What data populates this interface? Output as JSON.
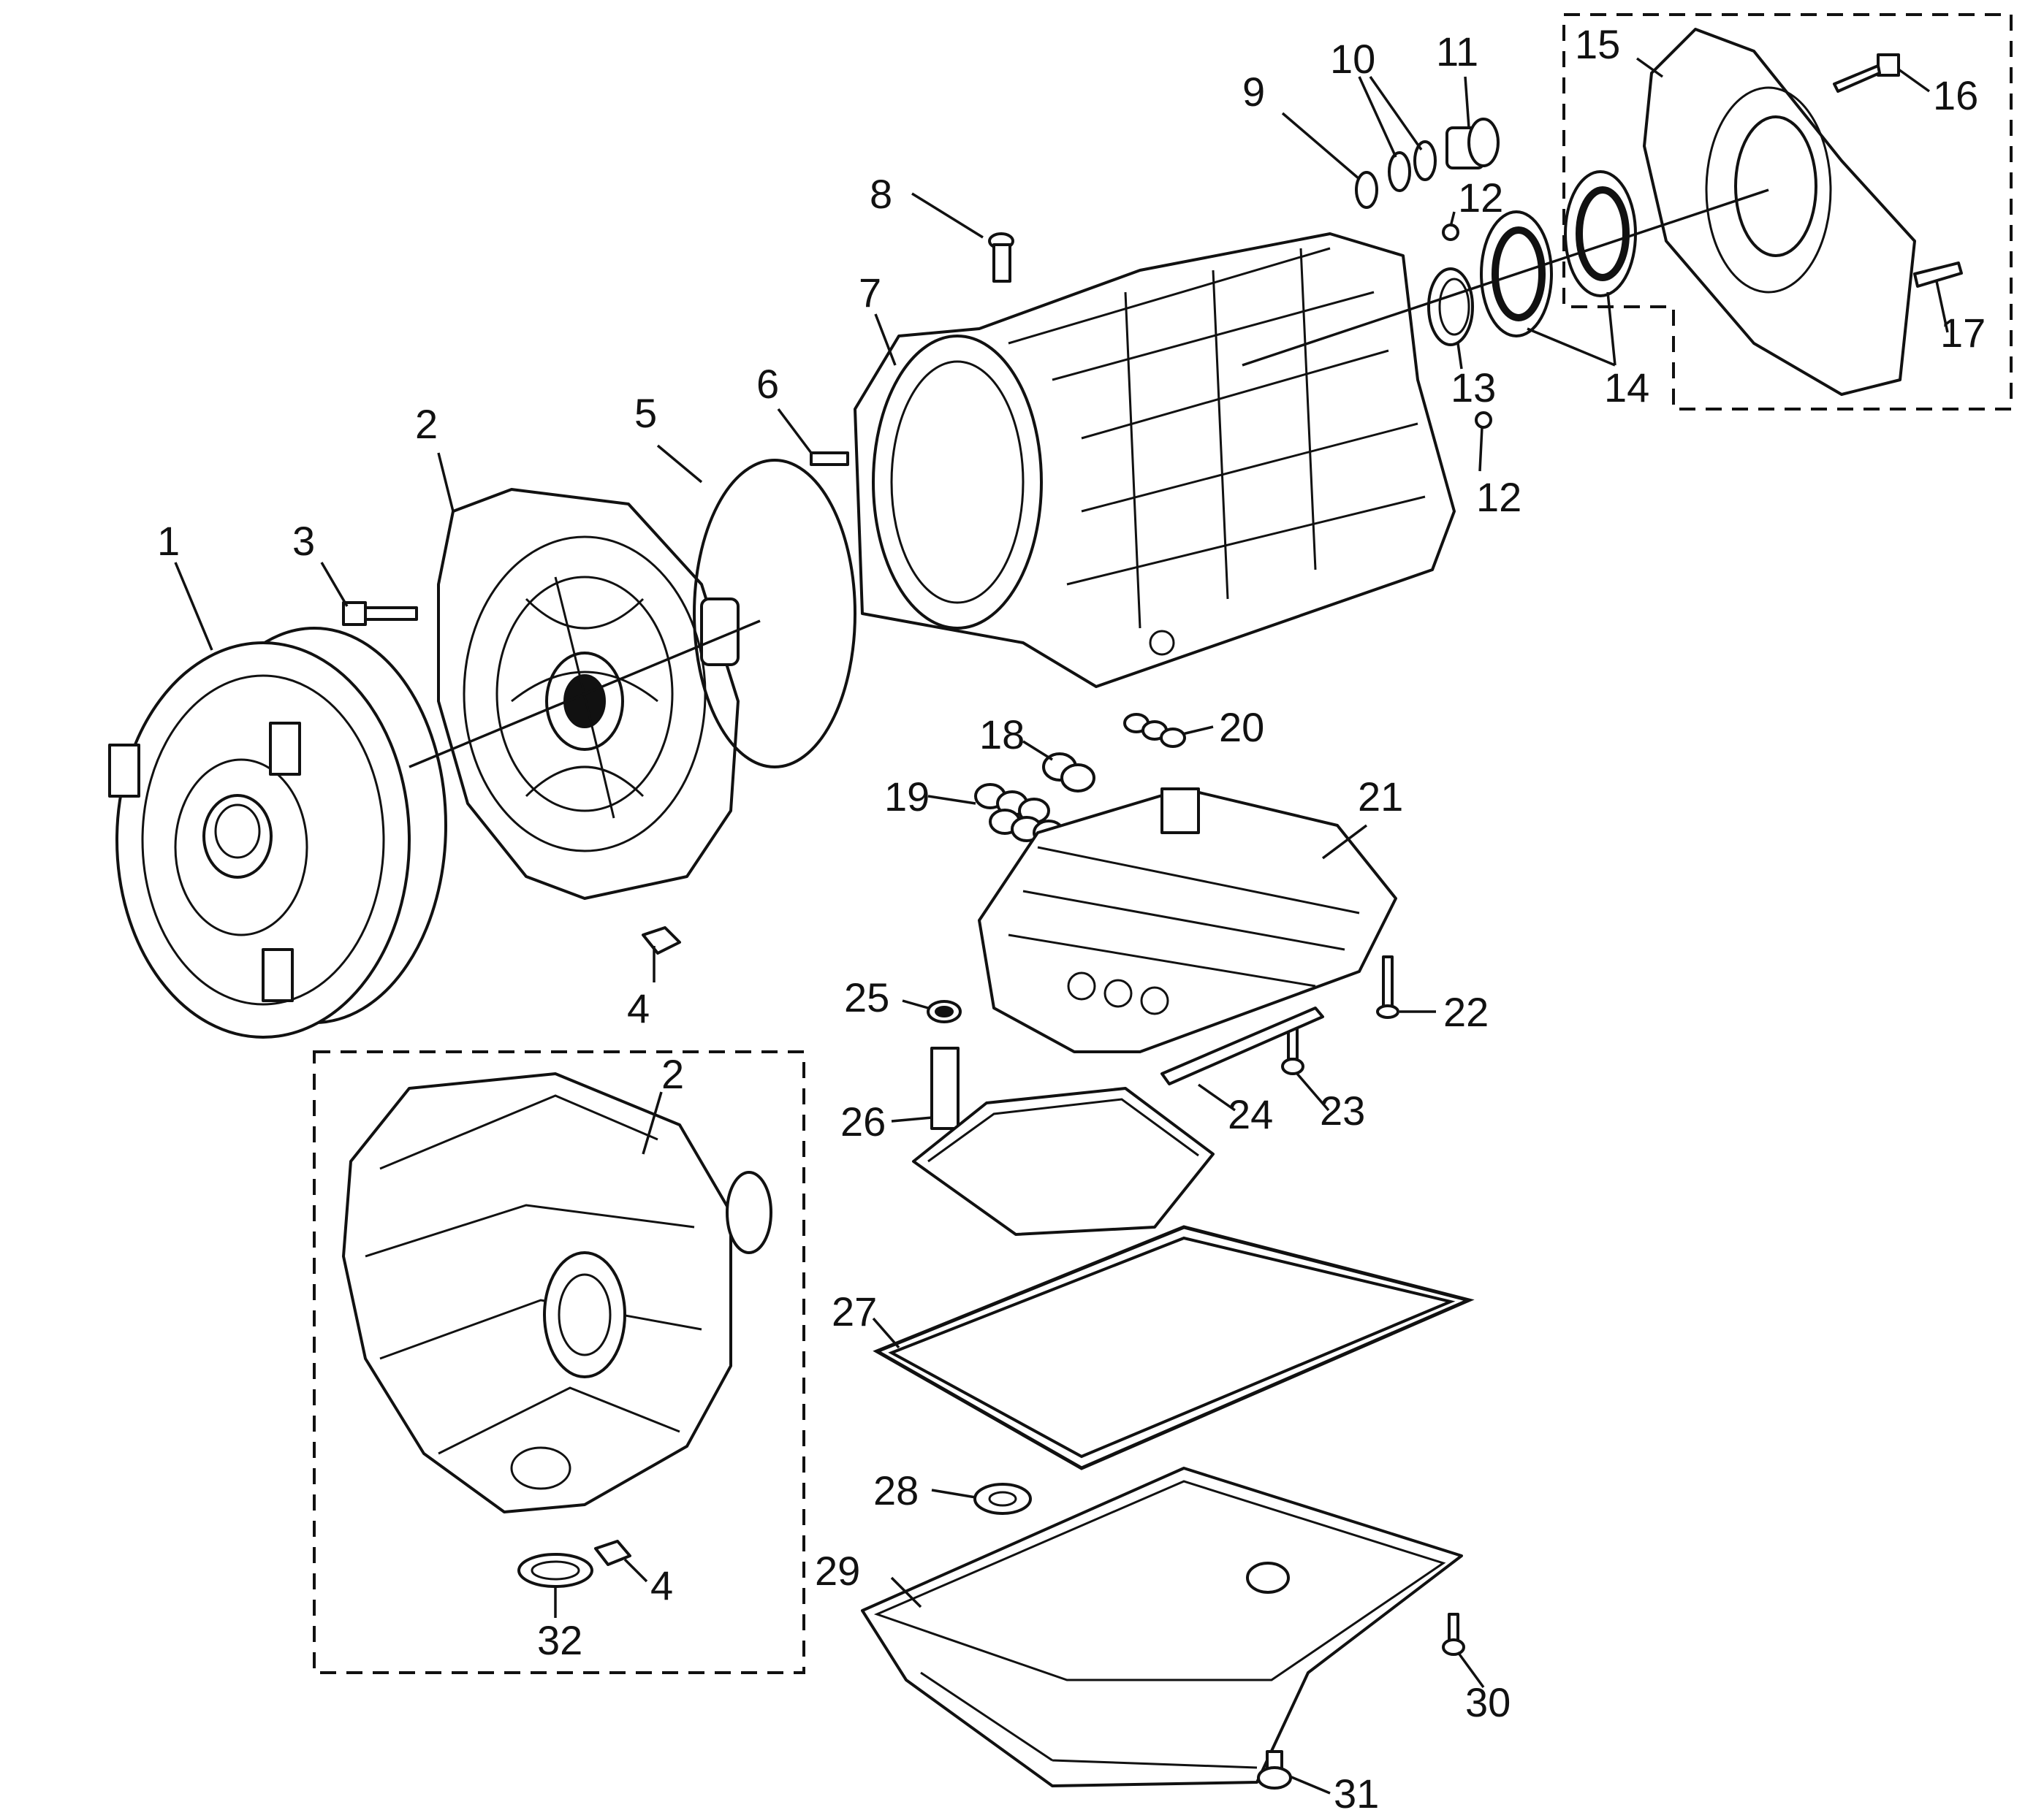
{
  "callouts": [
    "1",
    "2",
    "3",
    "4",
    "5",
    "6",
    "7",
    "8",
    "9",
    "10",
    "11",
    "12",
    "12",
    "13",
    "14",
    "15",
    "16",
    "17",
    "18",
    "19",
    "20",
    "21",
    "22",
    "23",
    "24",
    "25",
    "26",
    "27",
    "28",
    "29",
    "30",
    "31",
    "2",
    "4",
    "32"
  ]
}
